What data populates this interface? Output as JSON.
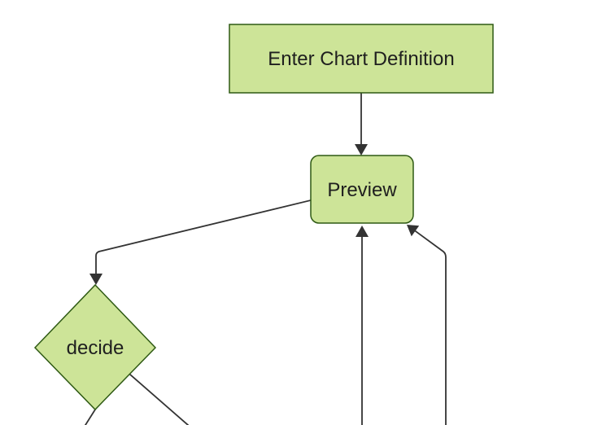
{
  "diagram": {
    "kind": "flowchart",
    "direction": "top-down",
    "theme": {
      "background": "#ffffff",
      "node_fill": "#cde498",
      "node_stroke": "#2f5a14",
      "edge_color": "#333333",
      "label_color": "#1f1f1f"
    },
    "nodes": [
      {
        "label": "Enter Chart Definition",
        "shape": "rectangle"
      },
      {
        "label": "Preview",
        "shape": "rounded-rectangle"
      },
      {
        "label": "decide",
        "shape": "diamond"
      }
    ],
    "edges": [
      {
        "from": "Enter Chart Definition",
        "to": "Preview",
        "arrow": "down"
      },
      {
        "from": "Preview",
        "to": "decide",
        "arrow": "down"
      },
      {
        "from": "decide",
        "to": "offscreen-bottom-left",
        "arrow": "cut-off"
      },
      {
        "from": "decide",
        "to": "offscreen-bottom-right",
        "arrow": "cut-off"
      },
      {
        "from": "offscreen-bottom",
        "to": "Preview",
        "arrow": "up"
      },
      {
        "from": "offscreen-bottom-right",
        "to": "Preview",
        "arrow": "up-left"
      }
    ]
  }
}
